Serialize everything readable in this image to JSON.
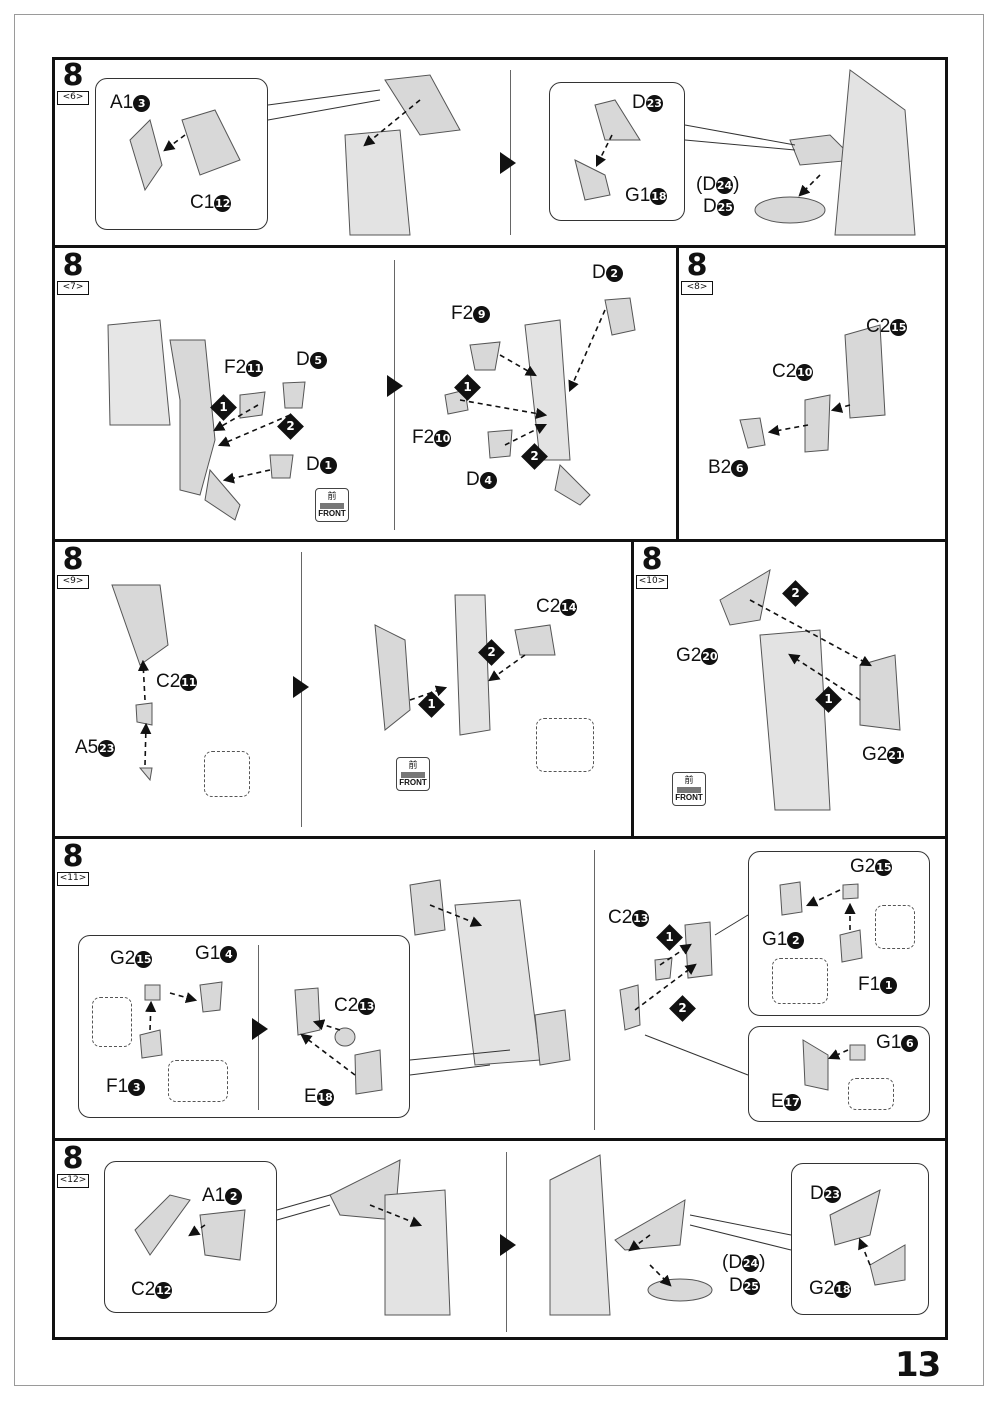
{
  "page_number": "13",
  "steps": [
    {
      "num": "8",
      "sub": "<6>"
    },
    {
      "num": "8",
      "sub": "<7>"
    },
    {
      "num": "8",
      "sub": "<8>"
    },
    {
      "num": "8",
      "sub": "<9>"
    },
    {
      "num": "8",
      "sub": "<10>"
    },
    {
      "num": "8",
      "sub": "<11>"
    },
    {
      "num": "8",
      "sub": "<12>"
    }
  ],
  "front_badge": {
    "kanji": "前",
    "text": "FRONT"
  },
  "order_markers": [
    "1",
    "2"
  ],
  "labels": {
    "s6_a1": {
      "prefix": "A1",
      "n": "3"
    },
    "s6_c1": {
      "prefix": "C1",
      "n": "12"
    },
    "s6_d23": {
      "prefix": "D",
      "n": "23"
    },
    "s6_g1": {
      "prefix": "G1",
      "n": "18"
    },
    "s6_d24": {
      "prefix": "(D",
      "n": "24",
      "suffix": ")"
    },
    "s6_d25": {
      "prefix": "D",
      "n": "25"
    },
    "s7_f2a": {
      "prefix": "F2",
      "n": "11"
    },
    "s7_d5": {
      "prefix": "D",
      "n": "5"
    },
    "s7_d1": {
      "prefix": "D",
      "n": "1"
    },
    "s7_f2b": {
      "prefix": "F2",
      "n": "9"
    },
    "s7_d2": {
      "prefix": "D",
      "n": "2"
    },
    "s7_f2c": {
      "prefix": "F2",
      "n": "10"
    },
    "s7_d4": {
      "prefix": "D",
      "n": "4"
    },
    "s8_c2a": {
      "prefix": "C2",
      "n": "15"
    },
    "s8_c2b": {
      "prefix": "C2",
      "n": "10"
    },
    "s8_b2": {
      "prefix": "B2",
      "n": "6"
    },
    "s9_c2a": {
      "prefix": "C2",
      "n": "11"
    },
    "s9_a5": {
      "prefix": "A5",
      "n": "23"
    },
    "s9_c2b": {
      "prefix": "C2",
      "n": "14"
    },
    "s10_g2a": {
      "prefix": "G2",
      "n": "20"
    },
    "s10_g2b": {
      "prefix": "G2",
      "n": "21"
    },
    "s11_g2a": {
      "prefix": "G2",
      "n": "15"
    },
    "s11_g1a": {
      "prefix": "G1",
      "n": "4"
    },
    "s11_f1a": {
      "prefix": "F1",
      "n": "3"
    },
    "s11_c2a": {
      "prefix": "C2",
      "n": "13"
    },
    "s11_e18": {
      "prefix": "E",
      "n": "18"
    },
    "s11_c2b": {
      "prefix": "C2",
      "n": "13"
    },
    "s11_g2b": {
      "prefix": "G2",
      "n": "15"
    },
    "s11_g1b": {
      "prefix": "G1",
      "n": "2"
    },
    "s11_f1b": {
      "prefix": "F1",
      "n": "1"
    },
    "s11_g1c": {
      "prefix": "G1",
      "n": "6"
    },
    "s11_e17": {
      "prefix": "E",
      "n": "17"
    },
    "s12_a1": {
      "prefix": "A1",
      "n": "2"
    },
    "s12_c2": {
      "prefix": "C2",
      "n": "12"
    },
    "s12_d23": {
      "prefix": "D",
      "n": "23"
    },
    "s12_d24": {
      "prefix": "(D",
      "n": "24",
      "suffix": ")"
    },
    "s12_d25": {
      "prefix": "D",
      "n": "25"
    },
    "s12_g2": {
      "prefix": "G2",
      "n": "18"
    }
  },
  "colors": {
    "ink": "#111111",
    "part_fill": "#d9d9d9",
    "part_shade": "#a8a8a8",
    "marker_gray": "#8a8a8a"
  }
}
